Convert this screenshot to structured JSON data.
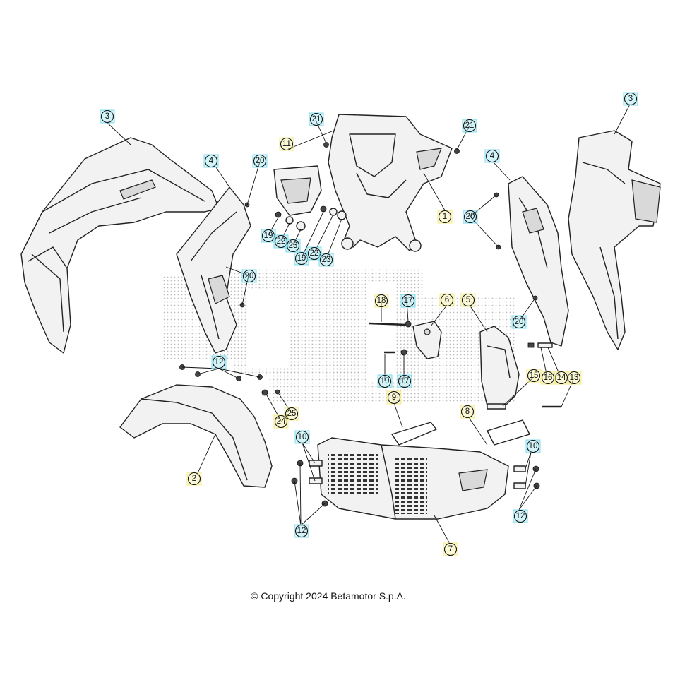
{
  "copyright": "© Copyright 2024 Betamotor S.p.A.",
  "colors": {
    "tag_cyan": "#7fdcec",
    "tag_yellow": "#f4ec8a",
    "line": "#222222",
    "watermark_dots": "#bdbdbd"
  },
  "callouts": [
    {
      "label": "1",
      "tag": "yellow"
    },
    {
      "label": "2",
      "tag": "yellow"
    },
    {
      "label": "3",
      "tag": "cyan"
    },
    {
      "label": "3",
      "tag": "cyan"
    },
    {
      "label": "4",
      "tag": "cyan"
    },
    {
      "label": "4",
      "tag": "cyan"
    },
    {
      "label": "5",
      "tag": "yellow"
    },
    {
      "label": "6",
      "tag": "yellow"
    },
    {
      "label": "7",
      "tag": "yellow"
    },
    {
      "label": "8",
      "tag": "yellow"
    },
    {
      "label": "9",
      "tag": "yellow"
    },
    {
      "label": "10",
      "tag": "cyan"
    },
    {
      "label": "10",
      "tag": "cyan"
    },
    {
      "label": "11",
      "tag": "yellow"
    },
    {
      "label": "12",
      "tag": "cyan"
    },
    {
      "label": "12",
      "tag": "cyan"
    },
    {
      "label": "12",
      "tag": "cyan"
    },
    {
      "label": "13",
      "tag": "yellow"
    },
    {
      "label": "14",
      "tag": "yellow"
    },
    {
      "label": "15",
      "tag": "yellow"
    },
    {
      "label": "16",
      "tag": "yellow"
    },
    {
      "label": "17",
      "tag": "cyan"
    },
    {
      "label": "17",
      "tag": "cyan"
    },
    {
      "label": "18",
      "tag": "yellow"
    },
    {
      "label": "19",
      "tag": "cyan"
    },
    {
      "label": "19",
      "tag": "cyan"
    },
    {
      "label": "19",
      "tag": "cyan"
    },
    {
      "label": "20",
      "tag": "cyan"
    },
    {
      "label": "20",
      "tag": "cyan"
    },
    {
      "label": "20",
      "tag": "cyan"
    },
    {
      "label": "20",
      "tag": "cyan"
    },
    {
      "label": "21",
      "tag": "cyan"
    },
    {
      "label": "21",
      "tag": "cyan"
    },
    {
      "label": "22",
      "tag": "cyan"
    },
    {
      "label": "22",
      "tag": "cyan"
    },
    {
      "label": "23",
      "tag": "cyan"
    },
    {
      "label": "23",
      "tag": "cyan"
    },
    {
      "label": "24",
      "tag": "yellow"
    },
    {
      "label": "25",
      "tag": "yellow"
    }
  ]
}
